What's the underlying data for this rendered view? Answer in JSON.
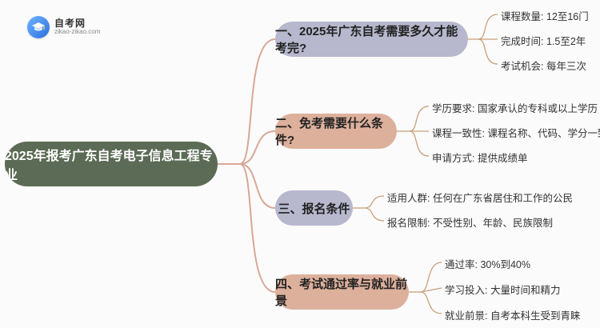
{
  "logo": {
    "name_cn": "自考网",
    "name_en": "zikao-zikao.com",
    "icon": "graduation-cap-icon"
  },
  "root": {
    "label": "2025年报考广东自考电子信息工程专业"
  },
  "branches": [
    {
      "label": "一、2025年广东自考需要多久才能考完?",
      "color": "#b7b7cd",
      "leaves": [
        "课程数量: 12至16门",
        "完成时间: 1.5至2年",
        "考试机会: 每年三次"
      ]
    },
    {
      "label": "二、免考需要什么条件?",
      "color": "#ddb09c",
      "leaves": [
        "学历要求: 国家承认的专科或以上学历",
        "课程一致性: 课程名称、代码、学分一致",
        "申请方式: 提供成绩单"
      ]
    },
    {
      "label": "三、报名条件",
      "color": "#b7b7cd",
      "leaves": [
        "适用人群: 任何在广东省居住和工作的公民",
        "报名限制: 不受性别、年龄、民族限制"
      ]
    },
    {
      "label": "四、考试通过率与就业前景",
      "color": "#ddb09c",
      "leaves": [
        "通过率: 30%到40%",
        "学习投入: 大量时间和精力",
        "就业前景: 自考本科生受到青睐"
      ]
    }
  ],
  "colors": {
    "root": "#5b6b55",
    "link_root": "#d8a896",
    "link_leaf": "#c9a07a"
  }
}
